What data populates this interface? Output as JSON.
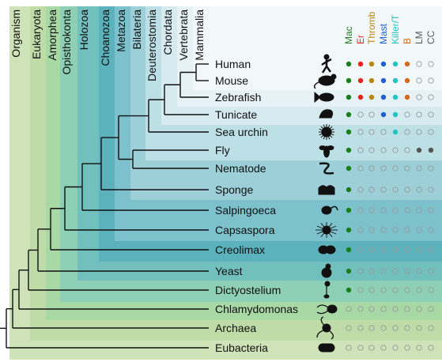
{
  "clades": [
    "Organism",
    "Eukaryota",
    "Amorphea",
    "Opisthokonta",
    "Holozoa",
    "Choanozoa",
    "Metazoa",
    "Bilateria",
    "Deuterostomia",
    "Chordata",
    "Vertebrata",
    "Mammalia"
  ],
  "species": [
    "Human",
    "Mouse",
    "Zebrafish",
    "Tunicate",
    "Sea urchin",
    "Fly",
    "Nematode",
    "Sponge",
    "Salpingoeca",
    "Capsaspora",
    "Creolimax",
    "Yeast",
    "Dictyostelium",
    "Chlamydomonas",
    "Archaea",
    "Eubacteria"
  ],
  "species_icons": [
    "human-icon",
    "mouse-icon",
    "zebrafish-icon",
    "tunicate-icon",
    "sea-urchin-icon",
    "fly-icon",
    "nematode-icon",
    "sponge-icon",
    "salpingoeca-icon",
    "capsaspora-icon",
    "creolimax-icon",
    "yeast-icon",
    "dictyostelium-icon",
    "chlamydomonas-icon",
    "archaea-icon",
    "eubacteria-icon"
  ],
  "cell_types": [
    {
      "label": "Mac",
      "color": "#1a7f1a"
    },
    {
      "label": "Er",
      "color": "#e8231f"
    },
    {
      "label": "Thromb",
      "color": "#b8860b"
    },
    {
      "label": "Mast",
      "color": "#1f5fd6"
    },
    {
      "label": "Killer/T",
      "color": "#22c3c3"
    },
    {
      "label": "B",
      "color": "#d2691e"
    },
    {
      "label": "LM",
      "color": "#555555"
    },
    {
      "label": "CC",
      "color": "#555555"
    }
  ],
  "presence": [
    [
      1,
      1,
      1,
      1,
      1,
      1,
      0,
      0
    ],
    [
      1,
      1,
      1,
      1,
      1,
      1,
      0,
      0
    ],
    [
      1,
      1,
      1,
      1,
      1,
      1,
      0,
      0
    ],
    [
      1,
      0,
      0,
      1,
      1,
      0,
      0,
      0
    ],
    [
      1,
      0,
      0,
      0,
      1,
      0,
      0,
      0
    ],
    [
      1,
      0,
      0,
      0,
      0,
      0,
      1,
      1
    ],
    [
      1,
      0,
      0,
      0,
      0,
      0,
      0,
      0
    ],
    [
      1,
      0,
      0,
      0,
      0,
      0,
      0,
      0
    ],
    [
      1,
      0,
      0,
      0,
      0,
      0,
      0,
      0
    ],
    [
      1,
      0,
      0,
      0,
      0,
      0,
      0,
      0
    ],
    [
      1,
      0,
      0,
      0,
      0,
      0,
      0,
      0
    ],
    [
      1,
      0,
      0,
      0,
      0,
      0,
      0,
      0
    ],
    [
      1,
      0,
      0,
      0,
      0,
      0,
      0,
      0
    ],
    [
      0,
      0,
      0,
      0,
      0,
      0,
      0,
      0
    ],
    [
      0,
      0,
      0,
      0,
      0,
      0,
      0,
      0
    ],
    [
      0,
      0,
      0,
      0,
      0,
      0,
      0,
      0
    ]
  ],
  "colors": {
    "clade_bands": [
      "#cfe3b8",
      "#bfdca8",
      "#a8d8a4",
      "#8ecfb8",
      "#72c0be",
      "#5cb2bc",
      "#7cc1cc",
      "#9ccfd8",
      "#bde0e6",
      "#d6eaef",
      "#e6f2f5",
      "#f2f8fa"
    ],
    "tree": "#111111",
    "absent": "#999999"
  }
}
